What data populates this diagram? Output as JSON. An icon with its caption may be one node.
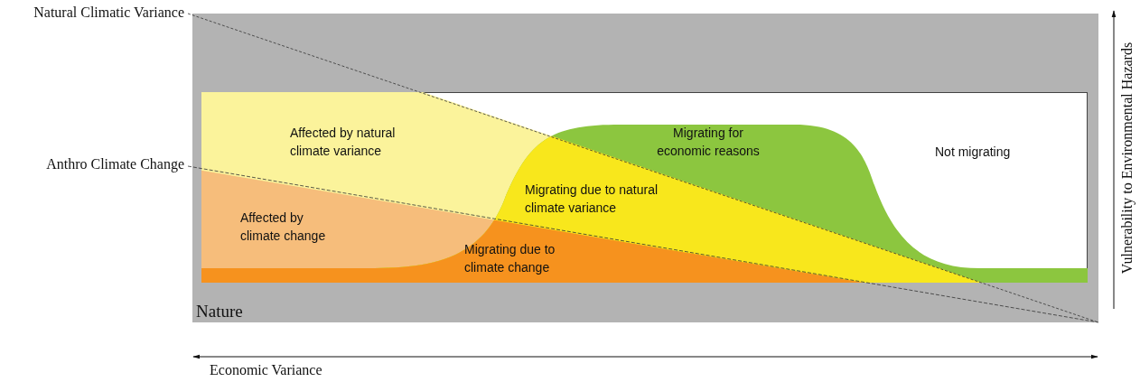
{
  "diagram": {
    "nodes": [
      {
        "text": [
          "Nature"
        ]
      },
      {
        "text": [
          "Not migrating"
        ],
        "in": 0
      },
      {
        "text": [
          "Affected by natural climate variance"
        ],
        "in": 1
      },
      {
        "text": [
          "Affected by climate change"
        ],
        "in": 1
      },
      {
        "text": [
          "Migrating for economic reasons"
        ],
        "in": 1
      },
      {
        "text": [
          "Migrating due to natural climate variance"
        ],
        "in": 1
      },
      {
        "text": [
          "Migrating due to climate change"
        ],
        "in": 1
      }
    ],
    "labels": [
      "Natural Climatic Variance",
      "Anthro Climate Change",
      "Vulnerability to Environmental Hazards",
      "Economic Variance"
    ]
  }
}
